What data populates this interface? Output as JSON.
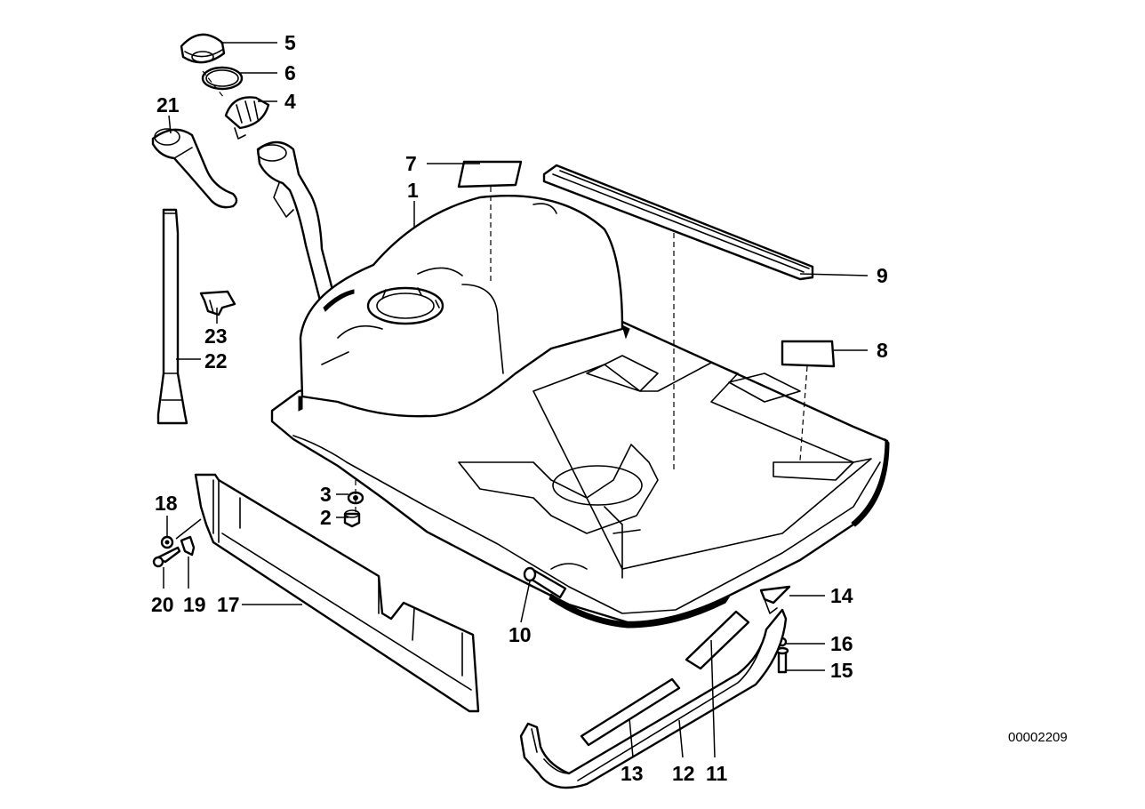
{
  "diagram": {
    "id_code": "00002209",
    "callouts": [
      {
        "key": "c1",
        "label": "1"
      },
      {
        "key": "c2",
        "label": "2"
      },
      {
        "key": "c3",
        "label": "3"
      },
      {
        "key": "c4",
        "label": "4"
      },
      {
        "key": "c5",
        "label": "5"
      },
      {
        "key": "c6",
        "label": "6"
      },
      {
        "key": "c7",
        "label": "7"
      },
      {
        "key": "c8",
        "label": "8"
      },
      {
        "key": "c9",
        "label": "9"
      },
      {
        "key": "c10",
        "label": "10"
      },
      {
        "key": "c11",
        "label": "11"
      },
      {
        "key": "c12",
        "label": "12"
      },
      {
        "key": "c13",
        "label": "13"
      },
      {
        "key": "c14",
        "label": "14"
      },
      {
        "key": "c15",
        "label": "15"
      },
      {
        "key": "c16",
        "label": "16"
      },
      {
        "key": "c17",
        "label": "17"
      },
      {
        "key": "c18",
        "label": "18"
      },
      {
        "key": "c19",
        "label": "19"
      },
      {
        "key": "c20",
        "label": "20"
      },
      {
        "key": "c21",
        "label": "21"
      },
      {
        "key": "c22",
        "label": "22"
      },
      {
        "key": "c23",
        "label": "23"
      }
    ]
  }
}
